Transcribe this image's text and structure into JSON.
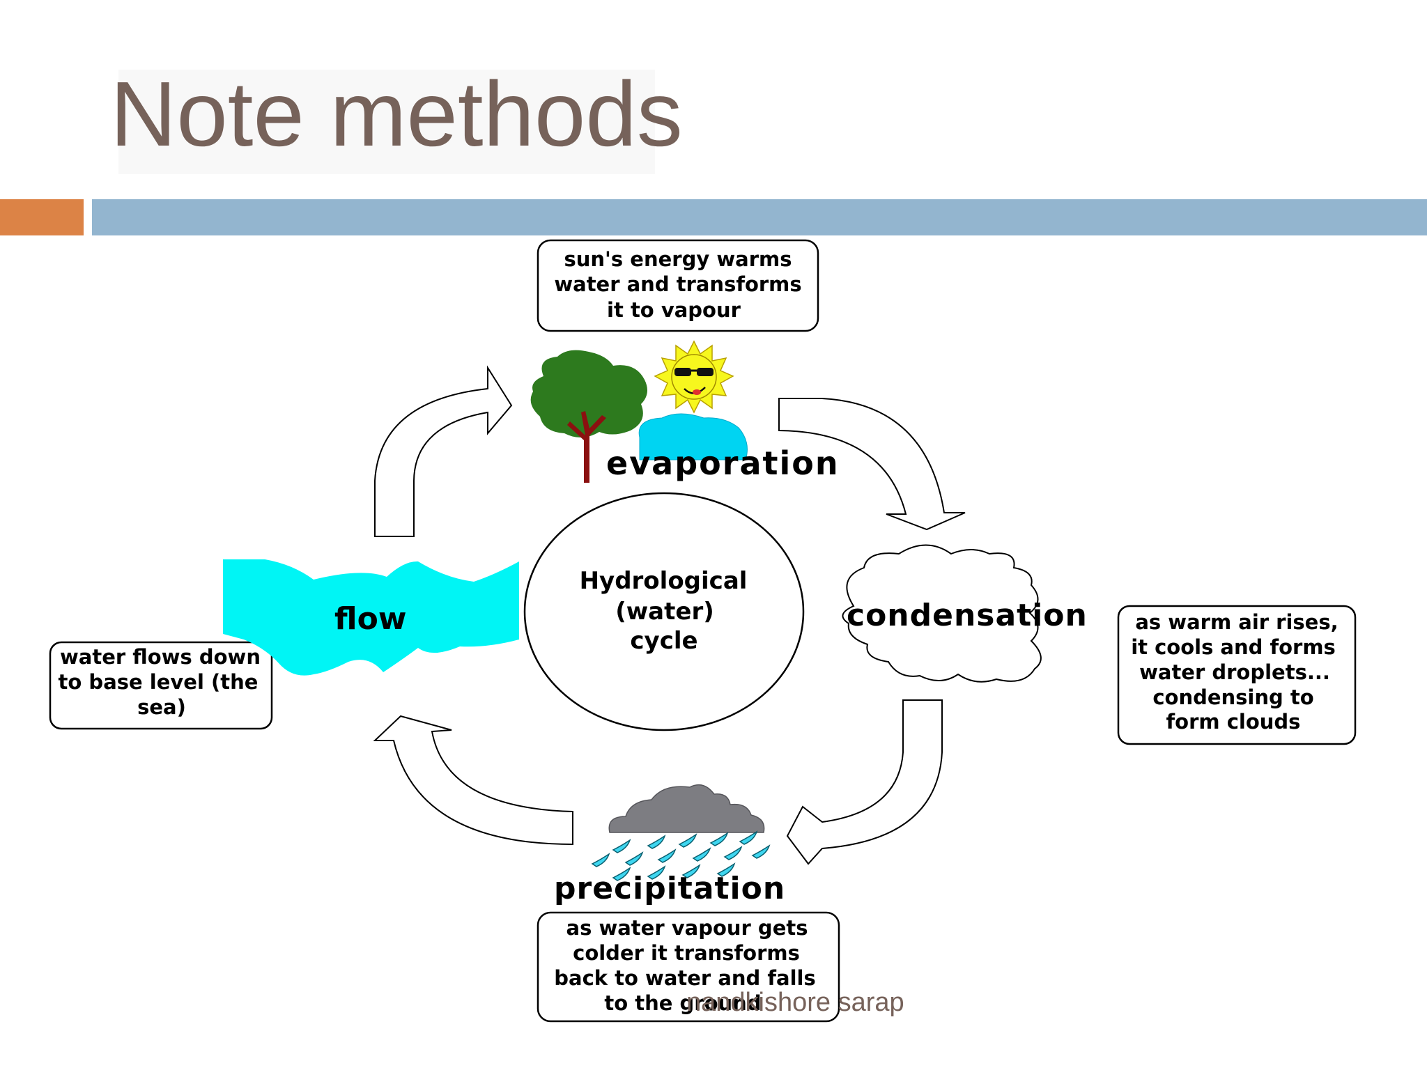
{
  "slide": {
    "title": "Note methods",
    "footer": "nandkishore sarap",
    "colors": {
      "title": "#76625a",
      "accent_orange": "#dc8346",
      "accent_blue": "#93b5cf",
      "water": "#00f5f5",
      "tree": "#2d7a1e",
      "sun": "#f7f71e",
      "rain_cloud": "#7d7d82"
    }
  },
  "diagram": {
    "center": [
      "Hydrological",
      "(water)",
      "cycle"
    ],
    "stages": {
      "evaporation": "evaporation",
      "condensation": "condensation",
      "precipitation": "precipitation",
      "flow": "flow"
    },
    "notes": {
      "evaporation": [
        "sun's energy warms",
        "water and transforms",
        "it to vapour"
      ],
      "condensation": [
        "as warm air rises,",
        "it cools and forms",
        "water droplets...",
        "condensing to",
        "form clouds"
      ],
      "precipitation": [
        "as water vapour gets",
        "colder it transforms",
        "back to water and falls",
        "to the ground"
      ],
      "flow": [
        "water flows down",
        "to base level (the",
        "sea)"
      ]
    },
    "icons": [
      "tree-icon",
      "sun-icon",
      "cloud-icon",
      "rain-cloud-icon",
      "river-icon"
    ]
  }
}
